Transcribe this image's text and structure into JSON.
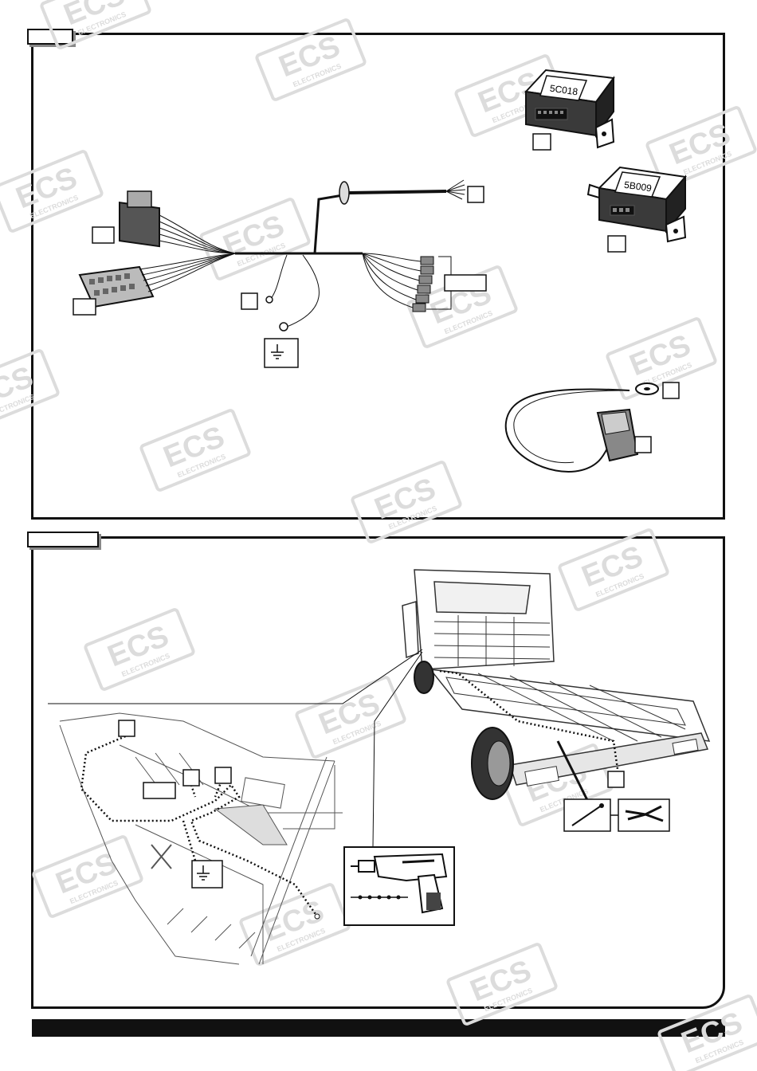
{
  "watermark": {
    "logo": "ECS",
    "tagline": "ELECTRONICS",
    "color": "#d9d9d9"
  },
  "modules": {
    "module_a_code": "5C018",
    "module_b_code": "5B009"
  },
  "colors": {
    "line": "#111111",
    "panel_border": "#111111",
    "footer": "#111111",
    "tab_shadow": "#888888"
  },
  "icons": {
    "ground": "ground-symbol-icon",
    "drill": "drill-icon",
    "cable_tie": "cable-tie-icon",
    "pliers": "side-cutter-icon"
  }
}
